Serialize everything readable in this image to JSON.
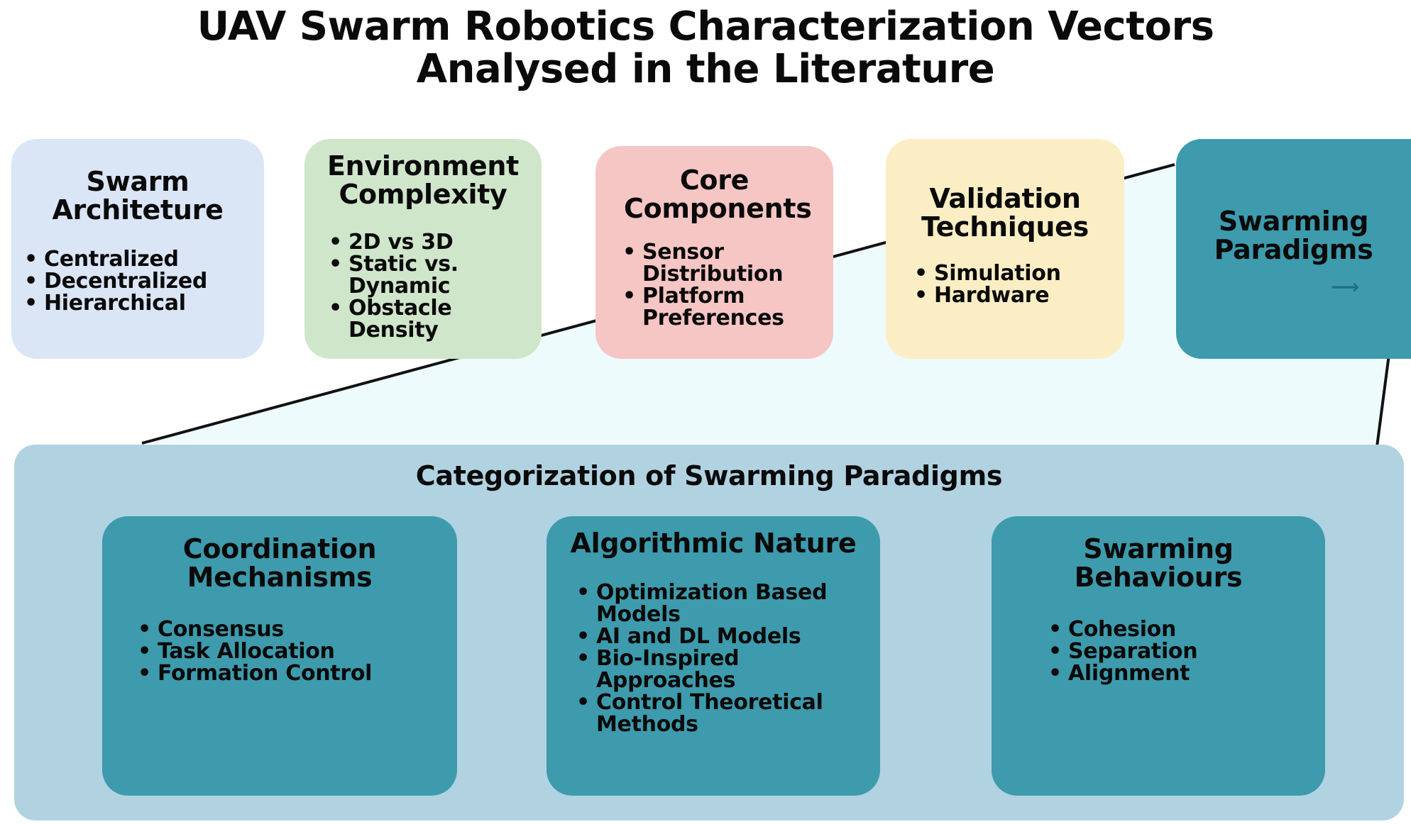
{
  "title": {
    "line1": "UAV Swarm Robotics Characterization Vectors",
    "line2": "Analysed in the Literature"
  },
  "colors": {
    "blue_box": "#dae5f6",
    "green_box": "#cfe6cb",
    "red_box": "#f6c6c4",
    "yellow_box": "#fbeec4",
    "teal_box": "#3d9bad",
    "panel": "#b1d2e1",
    "wedge": "#eefbfc"
  },
  "top_boxes": [
    {
      "title": "Swarm Architeture",
      "items": [
        "Centralized",
        "Decentralized",
        "Hierarchical"
      ]
    },
    {
      "title": "Environment Complexity",
      "items": [
        "2D vs 3D",
        "Static vs. Dynamic",
        "Obstacle Density"
      ]
    },
    {
      "title": "Core Components",
      "items": [
        "Sensor Distribution",
        "Platform Preferences"
      ]
    },
    {
      "title": "Validation Techniques",
      "items": [
        "Simulation",
        "Hardware"
      ]
    },
    {
      "title": "Swarming Paradigms",
      "items": []
    }
  ],
  "panel": {
    "title": "Categorization of Swarming Paradigms",
    "boxes": [
      {
        "title": "Coordination Mechanisms",
        "items": [
          "Consensus",
          "Task Allocation",
          "Formation Control"
        ]
      },
      {
        "title": "Algorithmic Nature",
        "items": [
          "Optimization Based Models",
          "AI and DL Models",
          "Bio-Inspired Approaches",
          "Control Theoretical Methods"
        ]
      },
      {
        "title": "Swarming Behaviours",
        "items": [
          "Cohesion",
          "Separation",
          "Alignment"
        ]
      }
    ]
  }
}
